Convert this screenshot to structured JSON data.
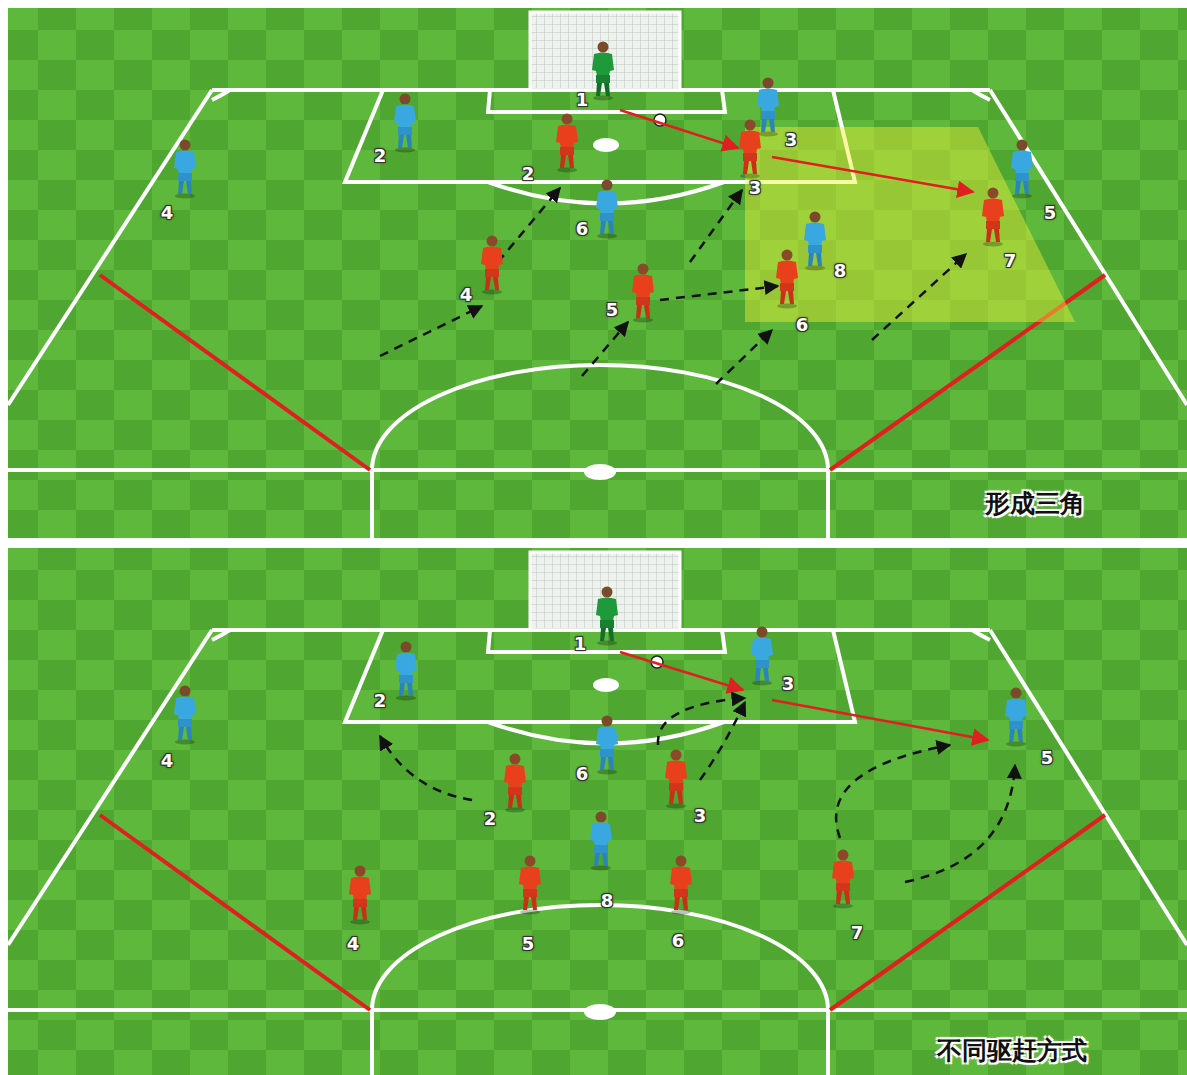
{
  "diagram": {
    "labels": [
      "1",
      "3",
      "2",
      "2",
      "3",
      "6",
      "5",
      "4",
      "4",
      "5",
      "8",
      "6",
      "7",
      "形成三角",
      "1",
      "3",
      "2",
      "4",
      "6",
      "2",
      "3",
      "5",
      "8",
      "4",
      "5",
      "6",
      "7",
      "不同驱赶方式"
    ]
  }
}
